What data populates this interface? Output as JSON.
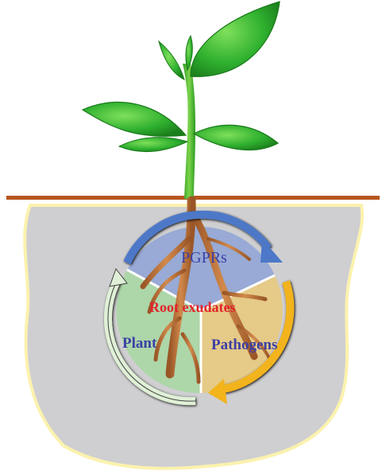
{
  "labels": {
    "top": "PGPRs",
    "center": "Root exudates",
    "left": "Plant",
    "right": "Pathogens"
  },
  "colors": {
    "soil": "#cfcfd1",
    "soil_border": "#fbf2ae",
    "ground_line": "#b8561e",
    "leaf": "#31b531",
    "leaf_dark": "#1a7a1a",
    "stem": "#58c236",
    "root": "#c07a3f",
    "sector_top": "#8ea3d6",
    "sector_left": "#a7d7a2",
    "sector_right": "#e9c97b",
    "arrow_top": "#4d78c8",
    "arrow_right": "#f2b31b",
    "arrow_left": "#cfe8c4",
    "text_blue": "#3b3fa6",
    "text_red": "#e3232a"
  }
}
